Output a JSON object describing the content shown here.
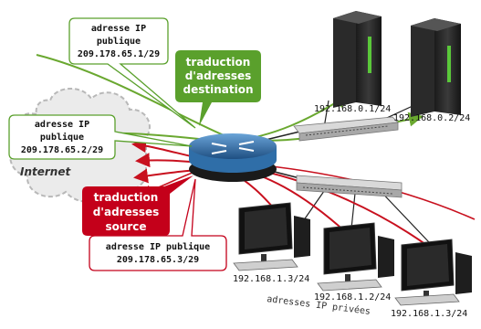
{
  "callouts": {
    "public_ip_1": {
      "line1": "adresse IP",
      "line2": "publique",
      "line3": "209.178.65.1/29"
    },
    "public_ip_2": {
      "line1": "adresse IP",
      "line2": "publique",
      "line3": "209.178.65.2/29"
    },
    "public_ip_3": {
      "line1": "adresse IP publique",
      "line2": "209.178.65.3/29"
    },
    "dnat": {
      "line1": "traduction",
      "line2": "d'adresses",
      "line3": "destination",
      "color": "#5aa02c"
    },
    "snat": {
      "line1": "traduction",
      "line2": "d'adresses",
      "line3": "source",
      "color": "#c4001a"
    }
  },
  "cloud": {
    "label": "Internet"
  },
  "servers": [
    {
      "label": "192.168.0.1/24"
    },
    {
      "label": "192.168.0.2/24"
    }
  ],
  "workstations": [
    {
      "label": "192.168.1.3/24"
    },
    {
      "label": "192.168.1.2/24"
    },
    {
      "label": "192.168.1.3/24"
    }
  ],
  "private_caption": "adresses IP privées",
  "colors": {
    "green_link": "#6aa830",
    "red_link": "#c8101e",
    "dark_link": "#222222",
    "router": "#2f6ea8"
  }
}
